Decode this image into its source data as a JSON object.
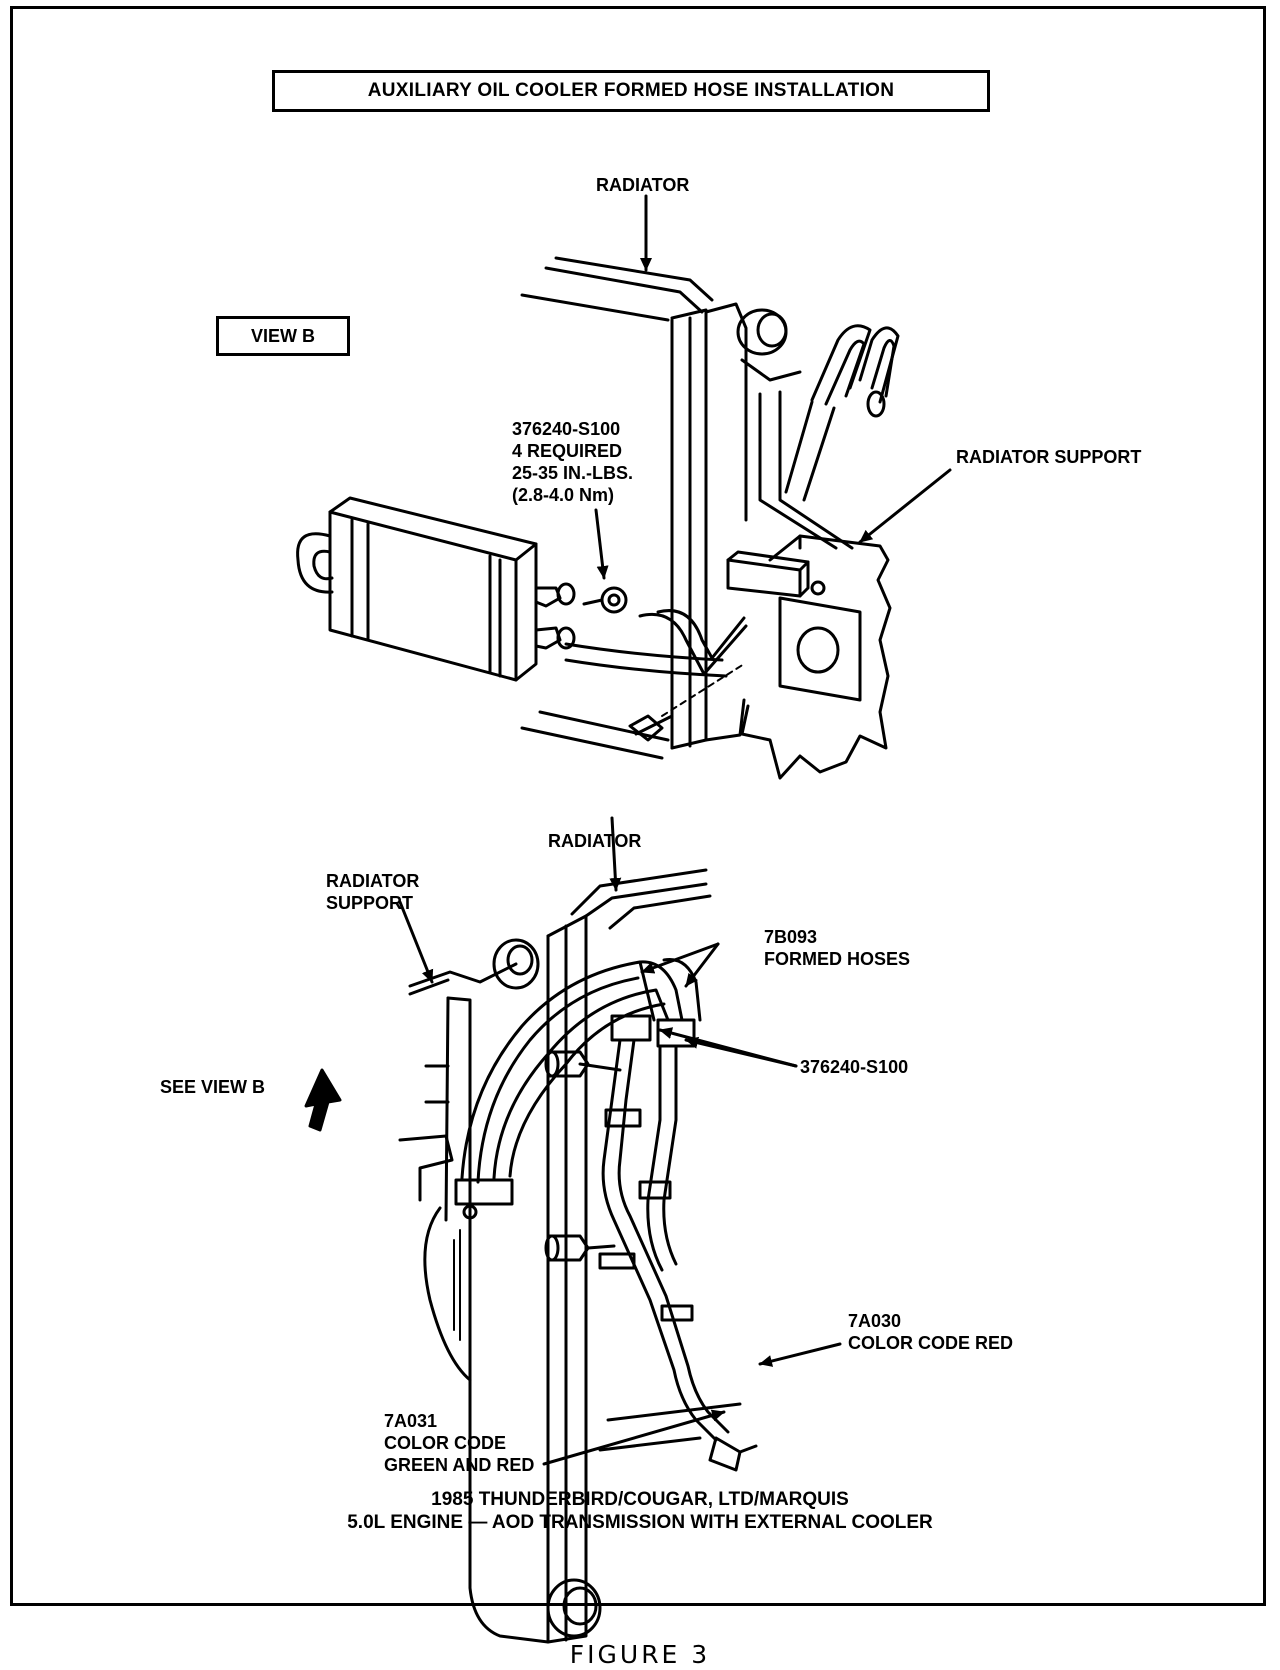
{
  "title": "AUXILIARY OIL COOLER FORMED HOSE INSTALLATION",
  "view_b": {
    "label": "VIEW B",
    "radiator_label": "RADIATOR",
    "bolt_callout": [
      "376240-S100",
      "4 REQUIRED",
      "25-35 IN.-LBS.",
      "(2.8-4.0 Nm)"
    ],
    "radiator_support_label": "RADIATOR SUPPORT"
  },
  "main_view": {
    "radiator_label": "RADIATOR",
    "radiator_support_label": [
      "RADIATOR",
      "SUPPORT"
    ],
    "formed_hoses_label": [
      "7B093",
      "FORMED HOSES"
    ],
    "clamp_label": "376240-S100",
    "see_view_label": "SEE VIEW B",
    "red_line_label": [
      "7A030",
      "COLOR CODE RED"
    ],
    "green_red_line_label": [
      "7A031",
      "COLOR CODE",
      "GREEN AND RED"
    ]
  },
  "caption": [
    "1985 THUNDERBIRD/COUGAR, LTD/MARQUIS",
    "5.0L ENGINE — AOD TRANSMISSION WITH EXTERNAL COOLER"
  ],
  "figure_label": "FIGURE 3"
}
